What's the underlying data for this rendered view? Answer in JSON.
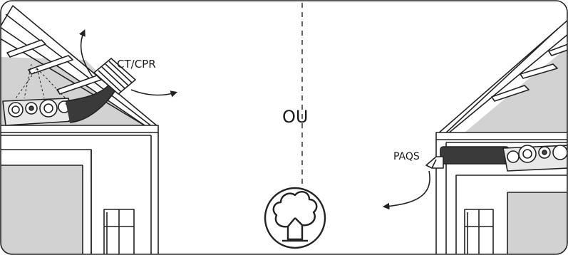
{
  "labels": {
    "cap_left": "CT/CPR",
    "middle": "OU",
    "cap_right": "PAQS"
  }
}
